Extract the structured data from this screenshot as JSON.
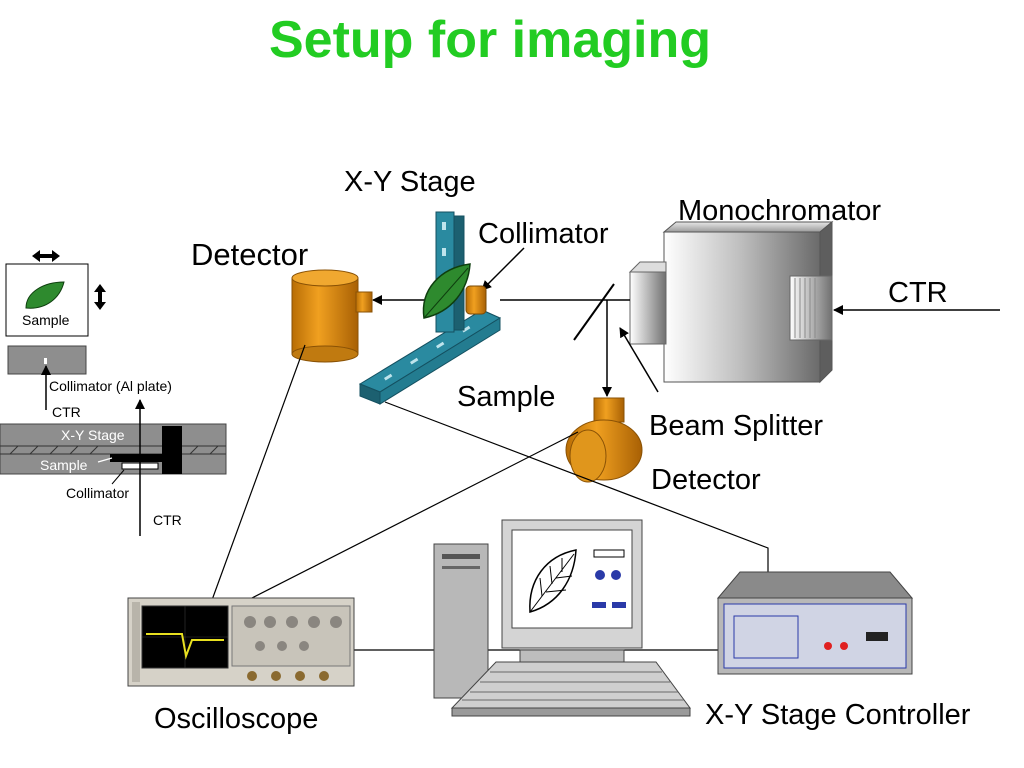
{
  "title": "Setup for imaging",
  "colors": {
    "title": "#22cc22",
    "accent_orange": "#d98a0a",
    "stage_teal": "#2a8aa0",
    "leaf_green": "#2e8a2e",
    "scope_trace": "#e8e020",
    "controller_blue": "#2a3aa8",
    "led_red": "#e02020"
  },
  "labels": {
    "xy_stage": "X-Y Stage",
    "collimator": "Collimator",
    "monochromator": "Monochromator",
    "detector_top": "Detector",
    "ctr_right": "CTR",
    "sample": "Sample",
    "beam_splitter": "Beam Splitter",
    "detector_bottom": "Detector",
    "oscilloscope": "Oscilloscope",
    "xy_stage_controller": "X-Y Stage Controller"
  },
  "inset": {
    "sample": "Sample",
    "collimator_al": "Collimator (Al plate)",
    "ctr_top": "CTR",
    "xy_stage": "X-Y Stage",
    "sample_side": "Sample",
    "collimator": "Collimator",
    "ctr_bottom": "CTR"
  },
  "icons": [
    "horizontal-arrow-icon",
    "vertical-arrow-icon",
    "leaf-icon"
  ]
}
